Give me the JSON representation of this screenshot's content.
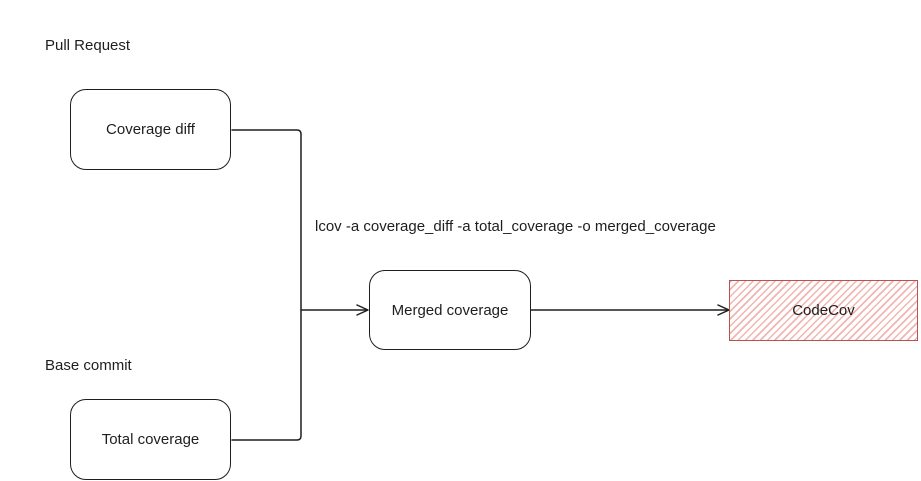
{
  "labels": {
    "pull_request": "Pull Request",
    "base_commit": "Base commit",
    "command": "lcov -a coverage_diff -a total_coverage -o merged_coverage"
  },
  "nodes": {
    "coverage_diff": {
      "label": "Coverage diff"
    },
    "total_coverage": {
      "label": "Total coverage"
    },
    "merged_coverage": {
      "label": "Merged coverage"
    },
    "codecov": {
      "label": "CodeCov"
    }
  },
  "edges": [
    {
      "from": "coverage_diff",
      "to": "merged_coverage",
      "arrow": true
    },
    {
      "from": "total_coverage",
      "to": "merged_coverage",
      "arrow": true
    },
    {
      "from": "merged_coverage",
      "to": "codecov",
      "arrow": true
    }
  ],
  "colors": {
    "stroke": "#1e1e1e",
    "codecov_border": "#b85450",
    "codecov_hatch": "#f2b5b2",
    "background": "#ffffff"
  }
}
